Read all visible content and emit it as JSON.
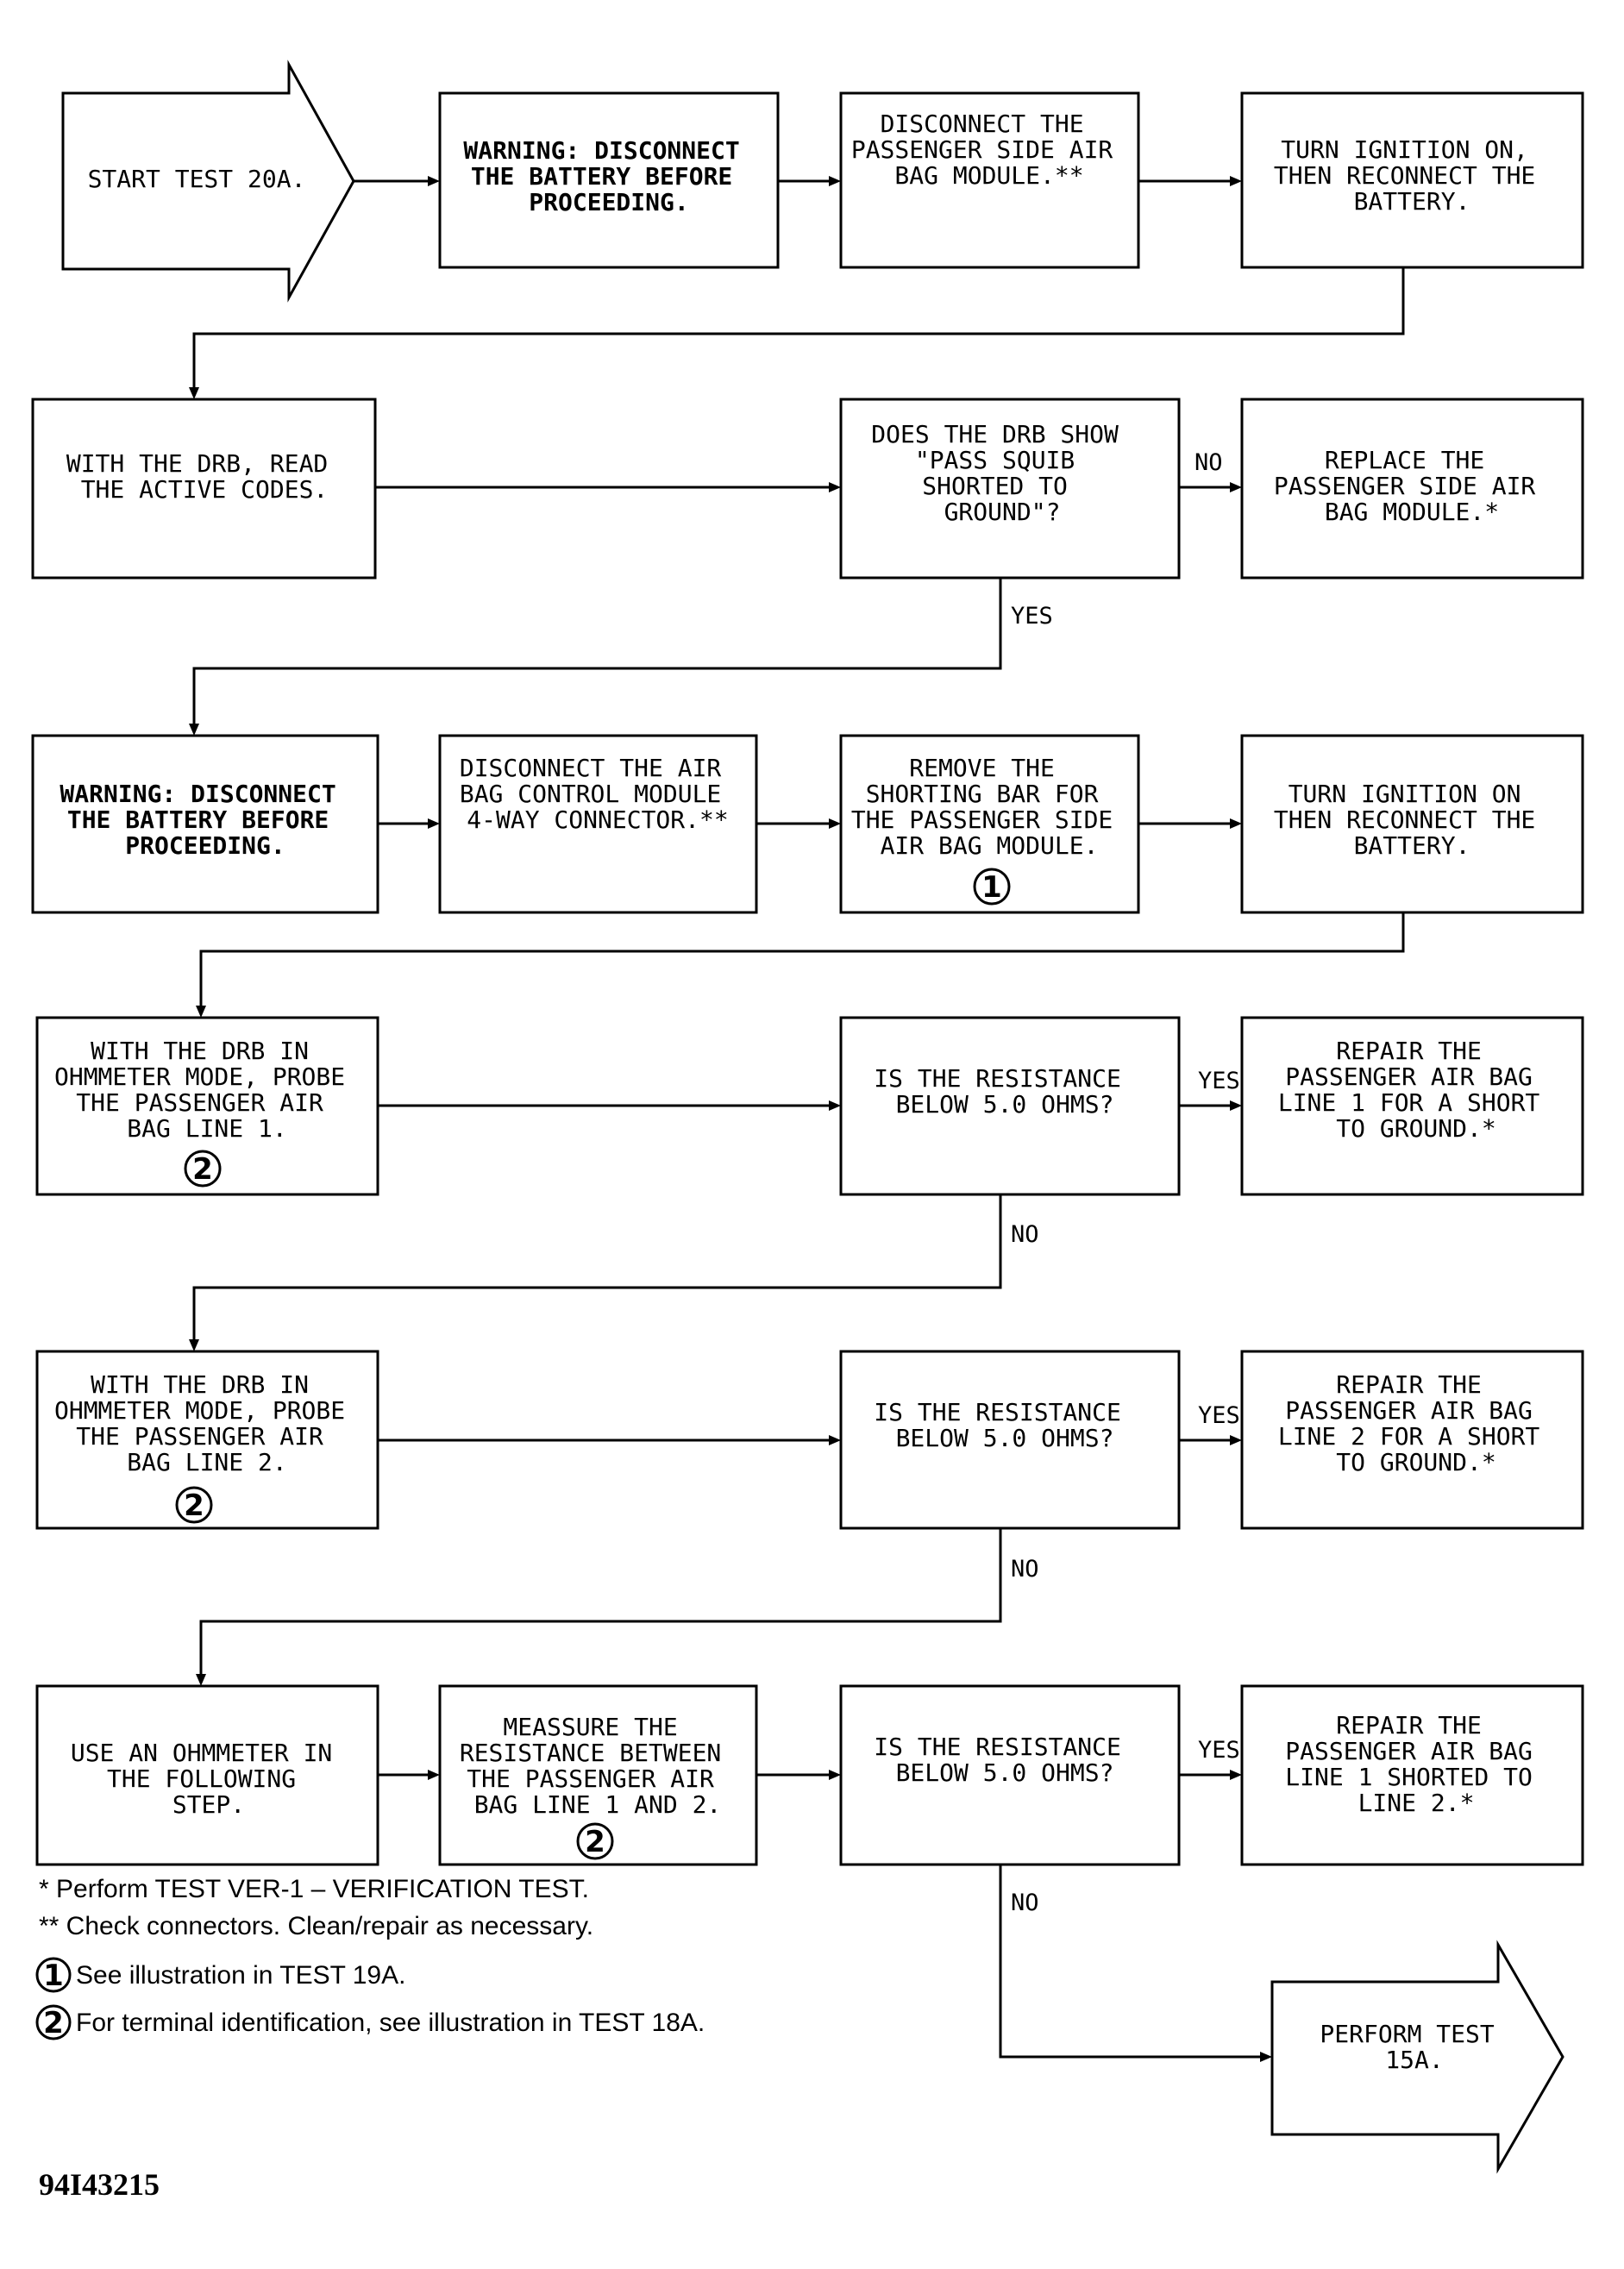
{
  "nodes": [
    {
      "id": "start",
      "lines": [
        "START TEST 20A."
      ]
    },
    {
      "id": "warn1",
      "lines": [
        "WARNING:  DISCONNECT",
        "THE BATTERY BEFORE",
        "PROCEEDING."
      ]
    },
    {
      "id": "disc_pass",
      "lines": [
        "DISCONNECT THE",
        "PASSENGER SIDE AIR",
        "BAG MODULE.**"
      ]
    },
    {
      "id": "ign1",
      "lines": [
        "TURN IGNITION ON,",
        "THEN RECONNECT THE",
        "BATTERY."
      ]
    },
    {
      "id": "read_codes",
      "lines": [
        "WITH THE DRB, READ",
        "THE ACTIVE CODES."
      ]
    },
    {
      "id": "q_squib",
      "lines": [
        "DOES THE DRB SHOW",
        "\"PASS SQUIB",
        "SHORTED TO",
        "GROUND\"?"
      ]
    },
    {
      "id": "replace",
      "lines": [
        "REPLACE THE",
        "PASSENGER SIDE AIR",
        "BAG MODULE.*"
      ]
    },
    {
      "id": "warn2",
      "lines": [
        "WARNING:  DISCONNECT",
        "THE BATTERY BEFORE",
        "PROCEEDING."
      ]
    },
    {
      "id": "disc_acm",
      "lines": [
        "DISCONNECT THE AIR",
        "BAG CONTROL MODULE",
        "4-WAY CONNECTOR.**"
      ]
    },
    {
      "id": "remove_bar",
      "lines": [
        "REMOVE THE",
        "SHORTING BAR FOR",
        "THE PASSENGER SIDE",
        "AIR BAG MODULE."
      ]
    },
    {
      "id": "ign2",
      "lines": [
        "TURN IGNITION ON",
        "THEN RECONNECT THE",
        "BATTERY."
      ]
    },
    {
      "id": "probe1",
      "lines": [
        "WITH THE DRB IN",
        "OHMMETER MODE, PROBE",
        "THE PASSENGER AIR",
        "BAG LINE 1."
      ]
    },
    {
      "id": "q_res1",
      "lines": [
        "IS THE RESISTANCE",
        "BELOW 5.0 OHMS?"
      ]
    },
    {
      "id": "repair1",
      "lines": [
        "REPAIR THE",
        "PASSENGER AIR BAG",
        "LINE 1 FOR A SHORT",
        "TO GROUND.*"
      ]
    },
    {
      "id": "probe2",
      "lines": [
        "WITH THE DRB IN",
        "OHMMETER MODE, PROBE",
        "THE PASSENGER AIR",
        "BAG LINE 2."
      ]
    },
    {
      "id": "q_res2",
      "lines": [
        "IS THE RESISTANCE",
        "BELOW 5.0 OHMS?"
      ]
    },
    {
      "id": "repair2",
      "lines": [
        "REPAIR THE",
        "PASSENGER AIR BAG",
        "LINE 2 FOR A SHORT",
        "TO GROUND.*"
      ]
    },
    {
      "id": "use_ohm",
      "lines": [
        "USE AN OHMMETER IN",
        "THE FOLLOWING",
        "STEP."
      ]
    },
    {
      "id": "measure",
      "lines": [
        "MEASSURE THE",
        "RESISTANCE BETWEEN",
        "THE PASSENGER AIR",
        "BAG LINE 1 AND 2."
      ]
    },
    {
      "id": "q_res3",
      "lines": [
        "IS THE RESISTANCE",
        "BELOW 5.0 OHMS?"
      ]
    },
    {
      "id": "repair3",
      "lines": [
        "REPAIR THE",
        "PASSENGER AIR BAG",
        "LINE 1 SHORTED TO",
        "LINE 2.*"
      ]
    },
    {
      "id": "perform15",
      "lines": [
        "PERFORM TEST",
        "15A."
      ]
    }
  ],
  "edge_labels": {
    "no": "NO",
    "yes": "YES"
  },
  "callouts": {
    "one": "1",
    "two": "2"
  },
  "notes": [
    {
      "marker": "",
      "text": "* Perform TEST VER-1 – VERIFICATION TEST."
    },
    {
      "marker": "",
      "text": "** Check connectors. Clean/repair as necessary."
    },
    {
      "marker": "1",
      "text": "See illustration in TEST 19A."
    },
    {
      "marker": "2",
      "text": "For terminal identification, see illustration in TEST 18A."
    }
  ],
  "figure_id": "94I43215"
}
